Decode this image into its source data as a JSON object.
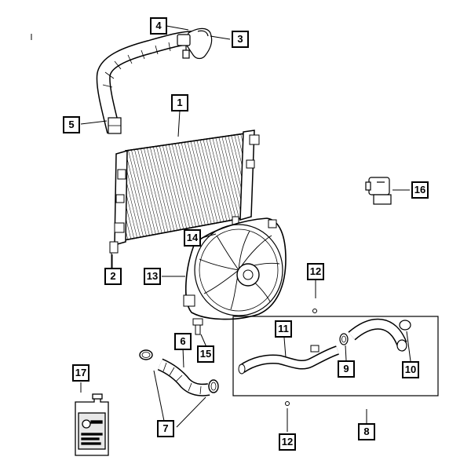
{
  "callouts": {
    "c1": "1",
    "c2": "2",
    "c3": "3",
    "c4": "4",
    "c5": "5",
    "c6": "6",
    "c7": "7",
    "c8": "8",
    "c9": "9",
    "c10": "10",
    "c11": "11",
    "c12a": "12",
    "c12b": "12",
    "c13": "13",
    "c14": "14",
    "c15": "15",
    "c16": "16",
    "c17": "17"
  },
  "colors": {
    "line": "#000000",
    "paper": "#ffffff",
    "fill_light": "#e8e8e8",
    "fill_mid": "#bdbdbd"
  },
  "icons": [
    "radiator-drawing",
    "fan-shroud-drawing",
    "hose-drawing",
    "coolant-jug-drawing",
    "reservoir-drawing",
    "clamp-drawing",
    "bolt-drawing"
  ]
}
